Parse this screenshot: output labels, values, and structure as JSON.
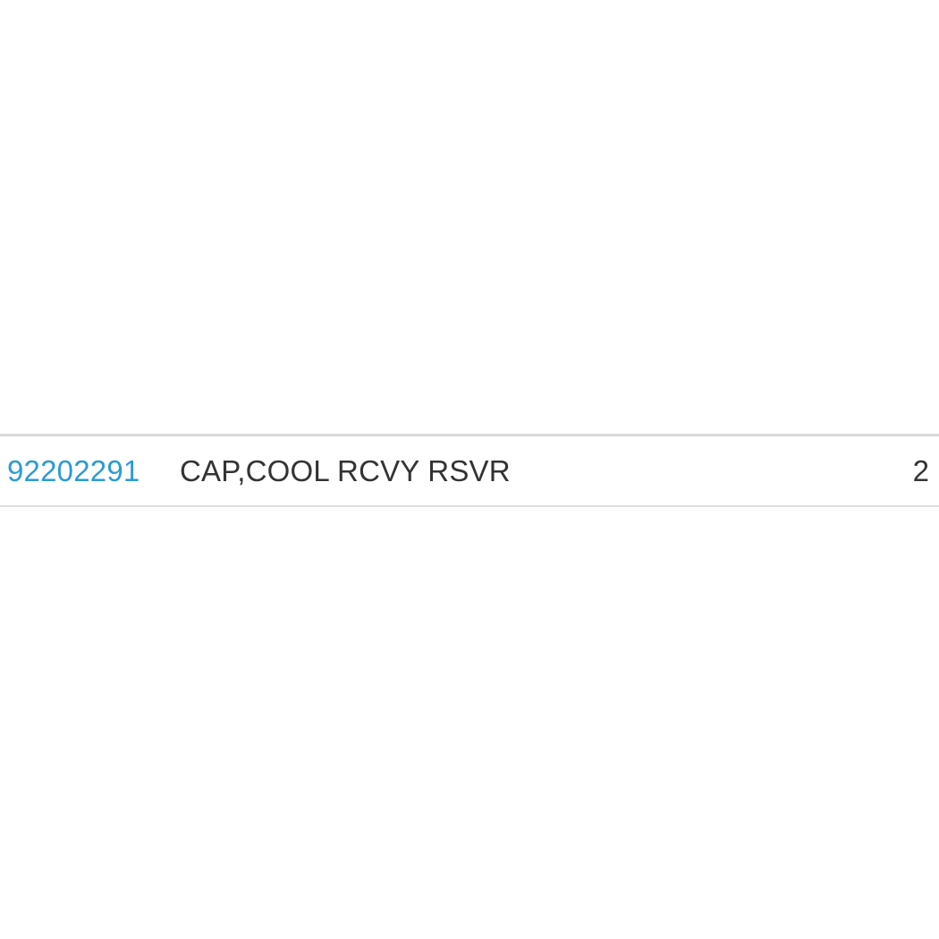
{
  "table": {
    "rows": [
      {
        "part_number": "92202291",
        "description": "CAP,COOL RCVY RSVR",
        "quantity": "2"
      }
    ]
  },
  "colors": {
    "link": "#2a9bd6",
    "text": "#333333",
    "divider": "#d9d9d9",
    "background": "#ffffff"
  }
}
